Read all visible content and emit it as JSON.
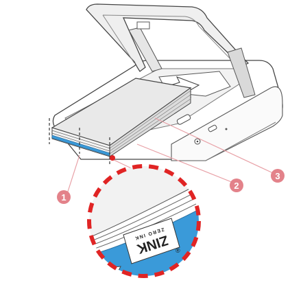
{
  "callouts": [
    {
      "number": "1"
    },
    {
      "number": "2"
    },
    {
      "number": "3"
    }
  ],
  "logo": {
    "brand": "ZINK",
    "tagline": "ZERO INK"
  },
  "colors": {
    "callout": "#e3828a",
    "callout_line": "#e8a0a6",
    "dashed_circle": "#e02424",
    "zink_blue": "#3a9ad9",
    "outline": "#444444"
  }
}
